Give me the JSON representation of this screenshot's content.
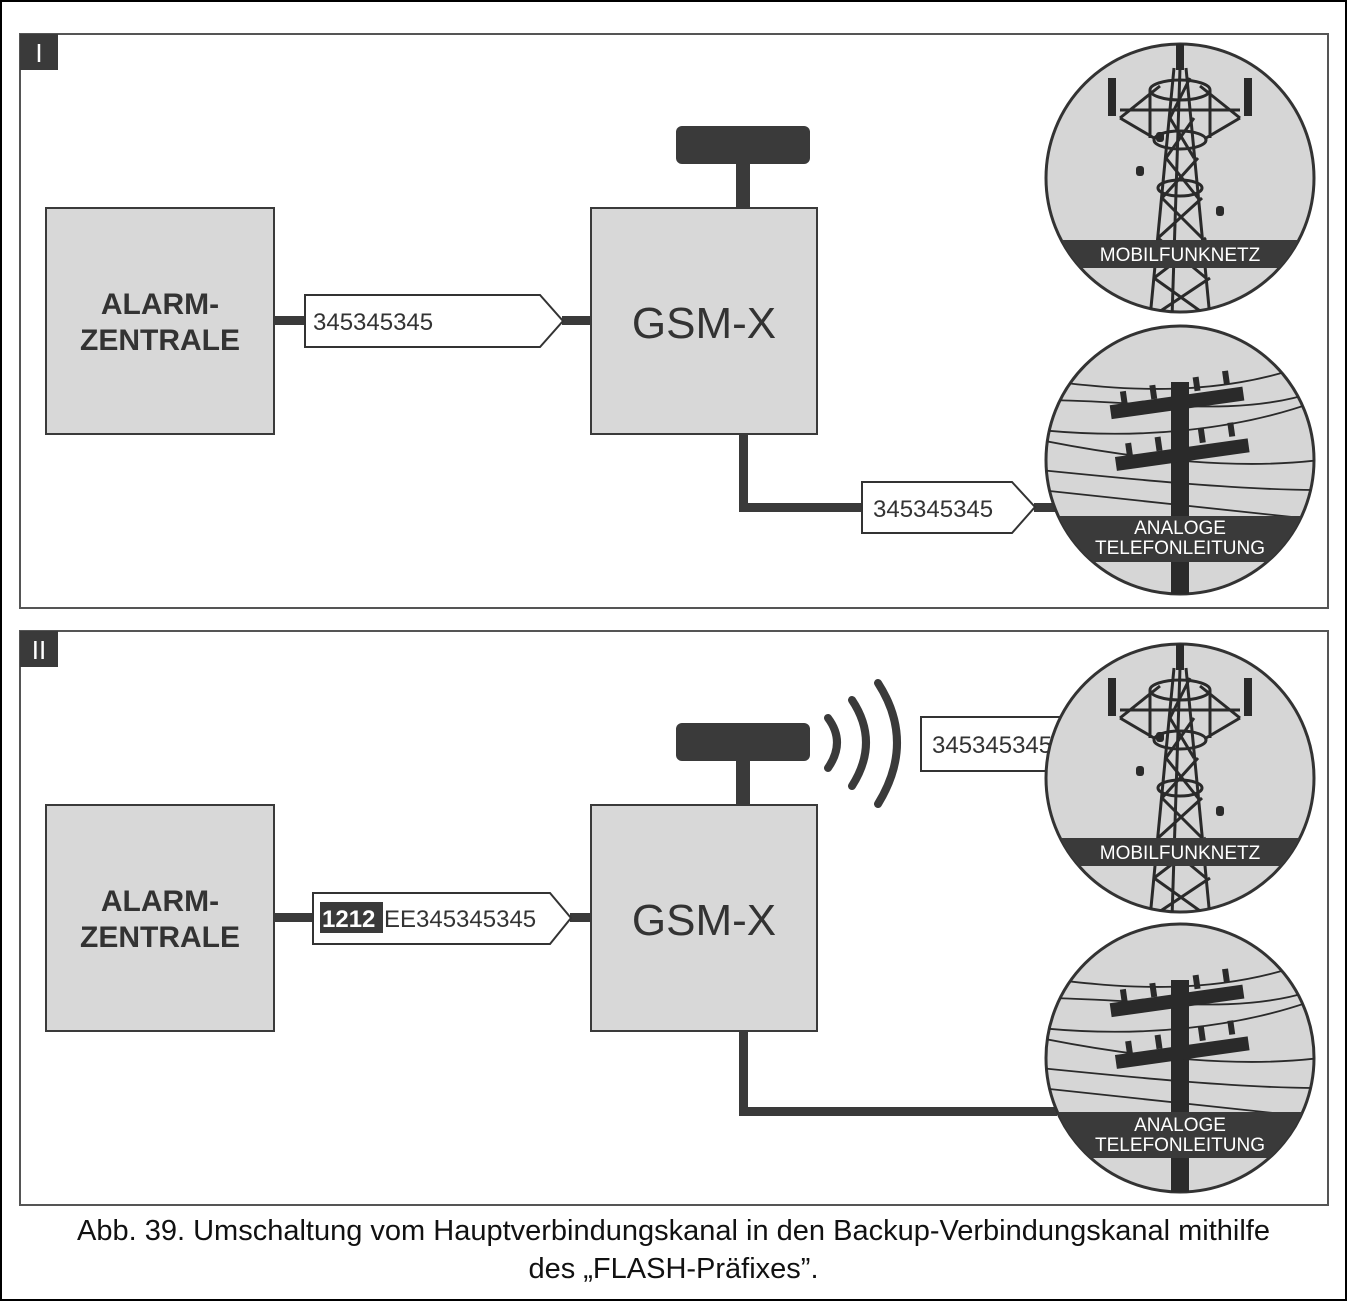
{
  "panels": [
    {
      "label": "I",
      "alarm_line1": "ALARM-",
      "alarm_line2": "ZENTRALE",
      "module": "GSM-X",
      "tag_alarm_to_gsm": "345345345",
      "tag_gsm_to_line": "345345345",
      "mobile_label": "MOBILFUNKNETZ",
      "phone_label_line1": "ANALOGE",
      "phone_label_line2": "TELEFONLEITUNG"
    },
    {
      "label": "II",
      "alarm_line1": "ALARM-",
      "alarm_line2": "ZENTRALE",
      "module": "GSM-X",
      "tag_prefix": "1212",
      "tag_rest": "EE345345345",
      "tag_gsm_to_mobile": "345345345",
      "mobile_label": "MOBILFUNKNETZ",
      "phone_label_line1": "ANALOGE",
      "phone_label_line2": "TELEFONLEITUNG"
    }
  ],
  "caption_line1": "Abb. 39. Umschaltung vom Hauptverbindungskanal in den Backup-Verbindungskanal mithilfe",
  "caption_line2": "des „FLASH-Präfixes”.",
  "colors": {
    "box_fill": "#d8d8d8",
    "dark": "#3a3a3a",
    "border": "#555555",
    "circle_fill": "#d6d6d6"
  }
}
